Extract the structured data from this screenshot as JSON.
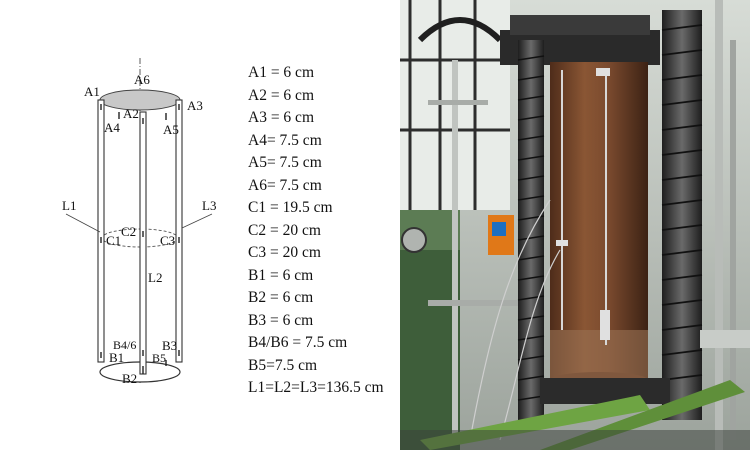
{
  "diagram": {
    "point_labels": {
      "A1": "A1",
      "A2": "A2",
      "A3": "A3",
      "A4": "A4",
      "A5": "A5",
      "A6": "A6",
      "B1": "B1",
      "B2": "B2",
      "B3": "B3",
      "B46": "B4/6",
      "B5": "B5",
      "C1": "C1",
      "C2": "C2",
      "C3": "C3",
      "L1": "L1",
      "L2": "L2",
      "L3": "L3"
    },
    "dimensions": [
      "A1 = 6 cm",
      "A2 = 6 cm",
      "A3 = 6 cm",
      "A4= 7.5 cm",
      "A5= 7.5 cm",
      "A6= 7.5 cm",
      "C1 = 19.5 cm",
      "C2 = 20 cm",
      "C3 = 20 cm",
      "B1 = 6 cm",
      "B2 = 6 cm",
      "B3 = 6 cm",
      "B4/B6 = 7.5 cm",
      "B5=7.5 cm",
      "L1=L2=L3=136.5 cm"
    ]
  },
  "photo": {
    "subject": "cylindrical specimen in loading frame",
    "colors": {
      "specimen": "#7a4a2e",
      "frame": "#3a3a3a",
      "green_base": "#5f8f3a",
      "background": "#c9cfc9"
    }
  }
}
